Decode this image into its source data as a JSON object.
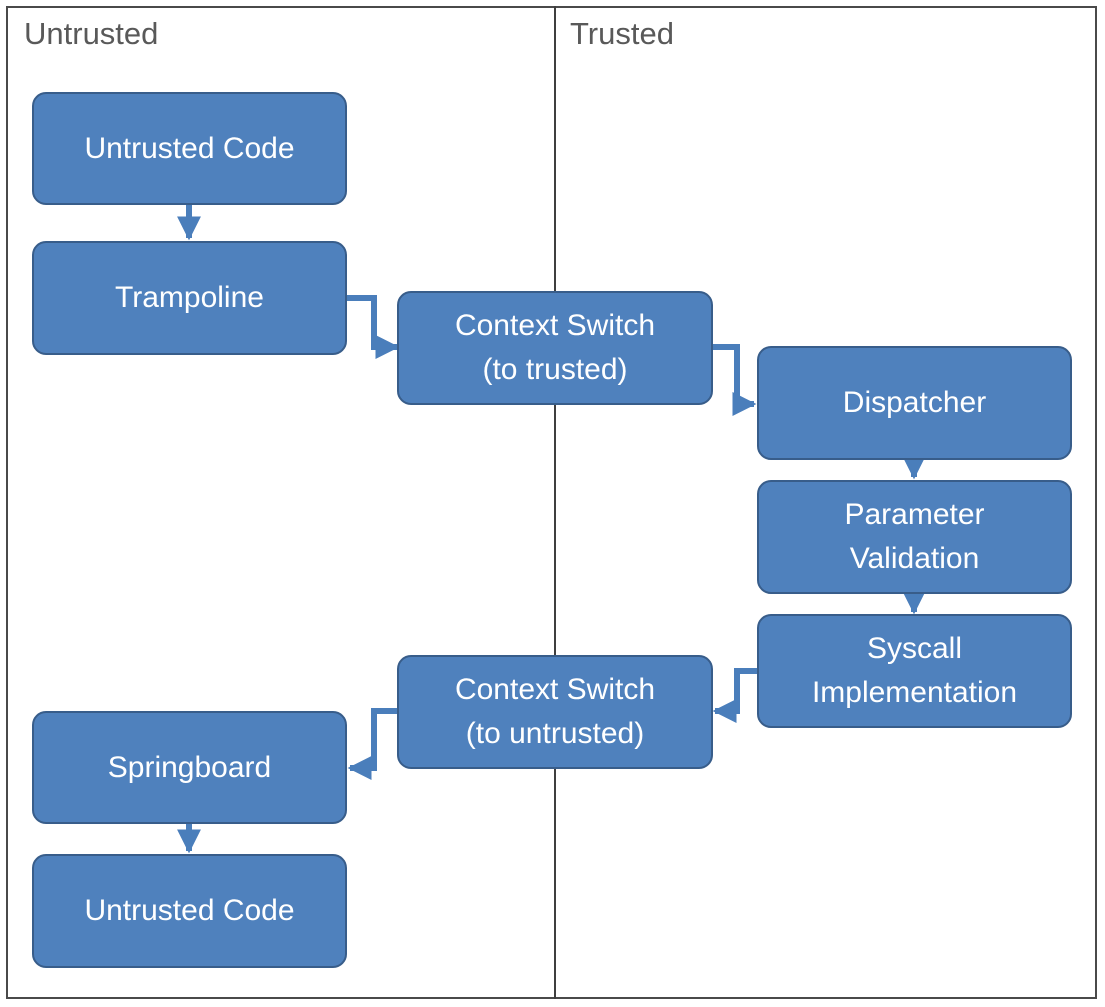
{
  "zones": {
    "untrusted": "Untrusted",
    "trusted": "Trusted"
  },
  "nodes": {
    "untrusted_code_top": "Untrusted Code",
    "trampoline": "Trampoline",
    "context_switch_to_trusted": "Context Switch\n(to trusted)",
    "dispatcher": "Dispatcher",
    "parameter_validation": "Parameter\nValidation",
    "syscall_implementation": "Syscall\nImplementation",
    "context_switch_to_untrusted": "Context Switch\n(to untrusted)",
    "springboard": "Springboard",
    "untrusted_code_bottom": "Untrusted Code"
  },
  "colors": {
    "box_fill": "#4f81bd",
    "box_border": "#385d8a",
    "connector": "#4a7ebb",
    "text": "#ffffff",
    "zone_label": "#595959"
  }
}
